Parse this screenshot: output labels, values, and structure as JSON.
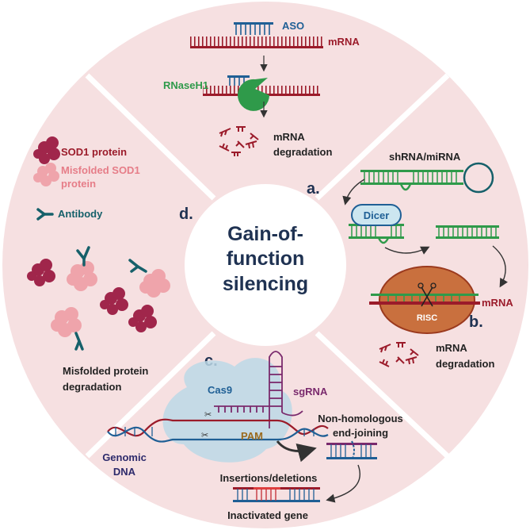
{
  "center": {
    "line1": "Gain-of-",
    "line2": "function",
    "line3": "silencing"
  },
  "a": {
    "letter": "a.",
    "aso": "ASO",
    "mrna": "mRNA",
    "rnaseh1": "RNaseH1",
    "deg1": "mRNA",
    "deg2": "degradation"
  },
  "b": {
    "letter": "b.",
    "shrna": "shRNA/miRNA",
    "dicer": "Dicer",
    "risc": "RISC",
    "mrna": "mRNA",
    "deg1": "mRNA",
    "deg2": "degradation"
  },
  "c": {
    "letter": "c.",
    "cas9": "Cas9",
    "sgrna": "sgRNA",
    "pam": "PAM",
    "genomic1": "Genomic",
    "genomic2": "DNA",
    "nhej1": "Non-homologous",
    "nhej2": "end-joining",
    "indel": "Insertions/deletions",
    "inactivated": "Inactivated gene"
  },
  "d": {
    "letter": "d.",
    "sod1": "SOD1 protein",
    "misfolded1": "Misfolded SOD1",
    "misfolded2": "protein",
    "antibody": "Antibody",
    "deg1": "Misfolded protein",
    "deg2": "degradation"
  },
  "colors": {
    "disc": "#f6e0e1",
    "red": "#9b1b2a",
    "blue": "#1f5f95",
    "green": "#2f9a4a",
    "dark": "#1f3252",
    "teal": "#16606a",
    "pink": "#efa4ab",
    "magenta": "#a0264b",
    "orange": "#c8703d",
    "brown": "#9a6a1e",
    "purple": "#7a2a6d",
    "cas9": "#bcd8e6"
  }
}
